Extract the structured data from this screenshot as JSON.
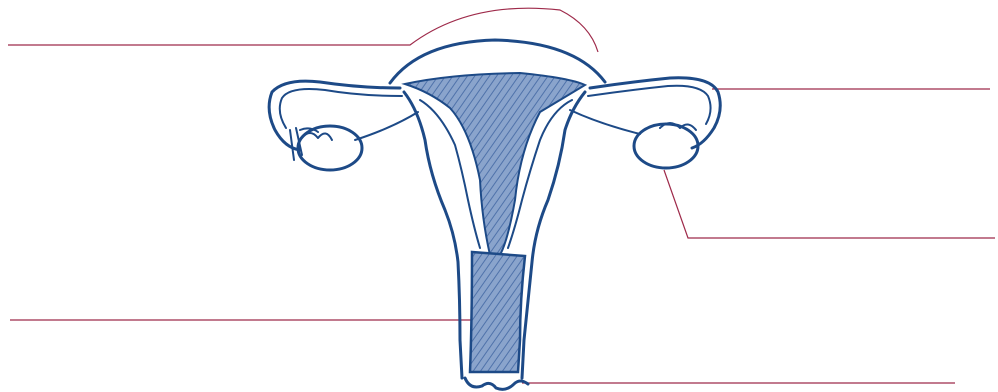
{
  "figure": {
    "subject": "uterus-and-ovaries-line-drawing",
    "labels_printed": false
  },
  "colors": {
    "ink": "#1d4a87",
    "shade": "#6f8fbf",
    "leader": "#9e2a4a",
    "background": "#ffffff"
  },
  "leaders": [
    {
      "id": "fundus-leader",
      "points_to": "fundus"
    },
    {
      "id": "fallopian-tube-leader",
      "points_to": "fallopian-tube"
    },
    {
      "id": "ovary-leader",
      "points_to": "ovary"
    },
    {
      "id": "cervix-leader",
      "points_to": "cervix"
    },
    {
      "id": "vaginal-opening-leader",
      "points_to": "vaginal-opening"
    }
  ]
}
